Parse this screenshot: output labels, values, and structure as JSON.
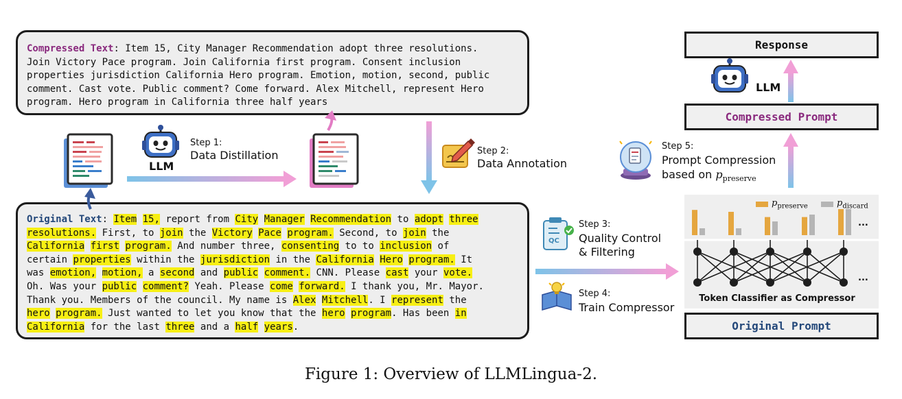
{
  "compressed": {
    "title": "Compressed Text",
    "lines": [
      ": Item 15, City Manager Recommendation adopt three resolutions.",
      "Join Victory Pace program. Join California first program. Consent inclusion",
      "properties jurisdiction California Hero program. Emotion, motion, second, public",
      "comment. Cast vote. Public comment? Come forward. Alex Mitchell, represent Hero",
      "program. Hero program in California three half years"
    ]
  },
  "original": {
    "title": "Original Text",
    "lines": [
      [
        [
          ": ",
          0
        ],
        [
          "Item",
          1
        ],
        [
          " ",
          0
        ],
        [
          "15,",
          1
        ],
        [
          " report from ",
          0
        ],
        [
          "City",
          1
        ],
        [
          " ",
          0
        ],
        [
          "Manager",
          1
        ],
        [
          " ",
          0
        ],
        [
          "Recommendation",
          1
        ],
        [
          " to ",
          0
        ],
        [
          "adopt",
          1
        ],
        [
          " ",
          0
        ],
        [
          "three",
          1
        ]
      ],
      [
        [
          "resolutions.",
          1
        ],
        [
          " First, to ",
          0
        ],
        [
          "join",
          1
        ],
        [
          " the ",
          0
        ],
        [
          "Victory",
          1
        ],
        [
          " ",
          0
        ],
        [
          "Pace",
          1
        ],
        [
          " ",
          0
        ],
        [
          "program.",
          1
        ],
        [
          " Second, to ",
          0
        ],
        [
          "join",
          1
        ],
        [
          " the",
          0
        ]
      ],
      [
        [
          "California",
          1
        ],
        [
          " ",
          0
        ],
        [
          "first",
          1
        ],
        [
          " ",
          0
        ],
        [
          "program.",
          1
        ],
        [
          " And number three, ",
          0
        ],
        [
          "consenting",
          1
        ],
        [
          " to to ",
          0
        ],
        [
          "inclusion",
          1
        ],
        [
          " of",
          0
        ]
      ],
      [
        [
          "certain ",
          0
        ],
        [
          "properties",
          1
        ],
        [
          " within the ",
          0
        ],
        [
          "jurisdiction",
          1
        ],
        [
          " in the ",
          0
        ],
        [
          "California",
          1
        ],
        [
          " ",
          0
        ],
        [
          "Hero",
          1
        ],
        [
          " ",
          0
        ],
        [
          "program.",
          1
        ],
        [
          " It",
          0
        ]
      ],
      [
        [
          "was ",
          0
        ],
        [
          "emotion,",
          1
        ],
        [
          " ",
          0
        ],
        [
          "motion,",
          1
        ],
        [
          " a ",
          0
        ],
        [
          "second",
          1
        ],
        [
          " and ",
          0
        ],
        [
          "public",
          1
        ],
        [
          " ",
          0
        ],
        [
          "comment.",
          1
        ],
        [
          " CNN. Please ",
          0
        ],
        [
          "cast",
          1
        ],
        [
          " your ",
          0
        ],
        [
          "vote.",
          1
        ]
      ],
      [
        [
          "Oh. Was your ",
          0
        ],
        [
          "public",
          1
        ],
        [
          " ",
          0
        ],
        [
          "comment?",
          1
        ],
        [
          " Yeah. Please ",
          0
        ],
        [
          "come",
          1
        ],
        [
          " ",
          0
        ],
        [
          "forward.",
          1
        ],
        [
          " I thank you, Mr. Mayor.",
          0
        ]
      ],
      [
        [
          "Thank you. Members of the council. My name is ",
          0
        ],
        [
          "Alex",
          1
        ],
        [
          " ",
          0
        ],
        [
          "Mitchell",
          1
        ],
        [
          ". I ",
          0
        ],
        [
          "represent",
          1
        ],
        [
          " the",
          0
        ]
      ],
      [
        [
          "hero",
          1
        ],
        [
          " ",
          0
        ],
        [
          "program.",
          1
        ],
        [
          " Just wanted to let you know that the ",
          0
        ],
        [
          "hero",
          1
        ],
        [
          " ",
          0
        ],
        [
          "program",
          1
        ],
        [
          ". Has been ",
          0
        ],
        [
          "in",
          1
        ]
      ],
      [
        [
          "California",
          1
        ],
        [
          " for the last ",
          0
        ],
        [
          "three",
          1
        ],
        [
          " and a ",
          0
        ],
        [
          "half",
          1
        ],
        [
          " ",
          0
        ],
        [
          "years",
          1
        ],
        [
          ".",
          0
        ]
      ]
    ]
  },
  "steps": {
    "s1_num": "Step 1:",
    "s1_name": "Data Distillation",
    "s2_num": "Step 2:",
    "s2_name": "Data Annotation",
    "s3_num": "Step 3:",
    "s3_l1": "Quality Control",
    "s3_l2": "& Filtering",
    "s4_num": "Step 4:",
    "s4_name": "Train Compressor",
    "s5_num": "Step 5:",
    "s5_l1": "Prompt Compression",
    "s5_l2": "based on"
  },
  "llm_label": "LLM",
  "qc_badge": "QC",
  "right": {
    "response": "Response",
    "compressed_prompt": "Compressed Prompt",
    "original_prompt": "Original Prompt",
    "classifier_label": "Token Classifier as Compressor",
    "legend_preserve": "preserve",
    "legend_discard": "discard",
    "ellipsis": "..."
  },
  "bars": {
    "preserve": [
      0.92,
      0.85,
      0.66,
      0.66,
      0.95
    ],
    "discard": [
      0.25,
      0.25,
      0.5,
      0.75,
      0.95
    ]
  },
  "caption": "Figure 1: Overview of LLMLingua-2.",
  "colors": {
    "highlight": "#f7ef14",
    "compressed_title": "#8a2a7e",
    "original_title": "#24487a",
    "bar_preserve": "#e5a63f",
    "bar_discard": "#b5b5b5"
  }
}
